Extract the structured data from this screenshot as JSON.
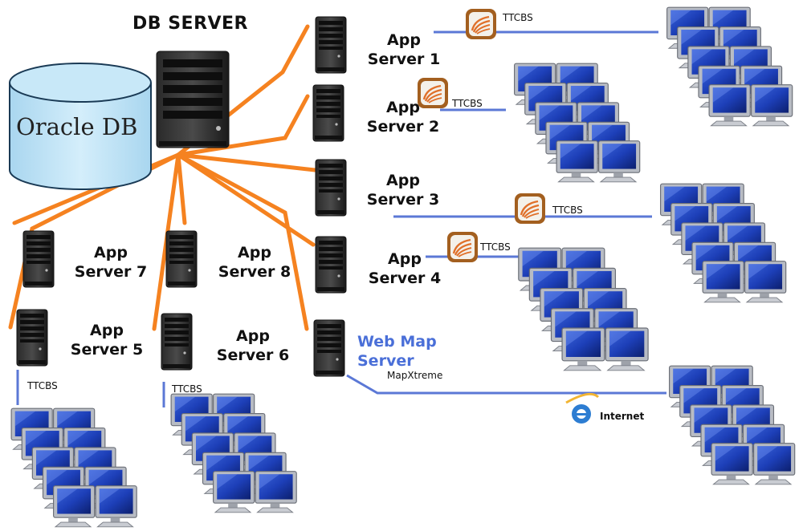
{
  "db_server": {
    "title": "DB SERVER",
    "database_label": "Oracle DB"
  },
  "app_servers": [
    {
      "name": "app-server-1",
      "line1": "App",
      "line2": "Server 1"
    },
    {
      "name": "app-server-2",
      "line1": "App",
      "line2": "Server 2"
    },
    {
      "name": "app-server-3",
      "line1": "App",
      "line2": "Server 3"
    },
    {
      "name": "app-server-4",
      "line1": "App",
      "line2": "Server 4"
    },
    {
      "name": "app-server-5",
      "line1": "App",
      "line2": "Server 5"
    },
    {
      "name": "app-server-6",
      "line1": "App",
      "line2": "Server 6"
    },
    {
      "name": "app-server-7",
      "line1": "App",
      "line2": "Server 7"
    },
    {
      "name": "app-server-8",
      "line1": "App",
      "line2": "Server 8"
    }
  ],
  "web_map_server": {
    "line1": "Web Map",
    "line2": "Server",
    "software": "MapXtreme"
  },
  "client_app": "TTCBS",
  "internet_label": "Internet",
  "icons": {
    "server": "tower-server-icon",
    "database": "database-cylinder-icon",
    "client_app": "ttcbs-app-icon",
    "browser": "internet-explorer-icon",
    "workstations": "workstation-group-icon"
  },
  "colors": {
    "backbone": "#f58220",
    "client_link": "#5b78d6",
    "db_fill": "#bfe2f5",
    "db_stroke": "#1a3a55",
    "web_label": "#4a6fd8"
  }
}
